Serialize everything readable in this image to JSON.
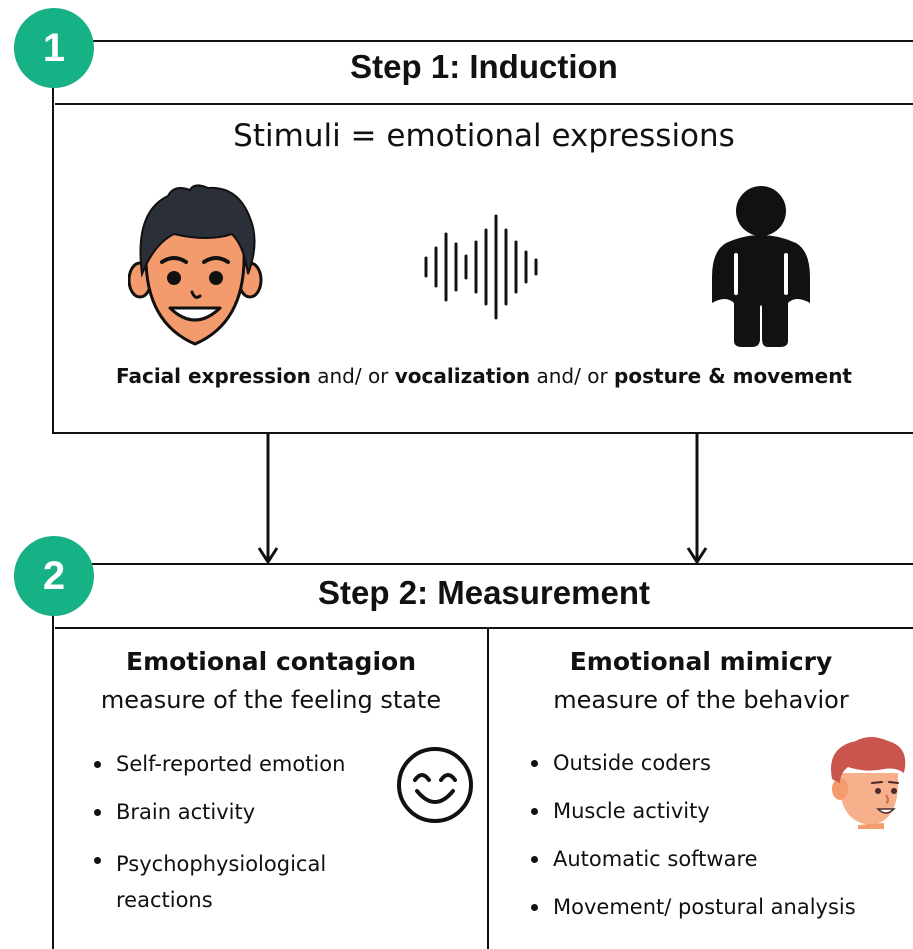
{
  "step1": {
    "badge": "1",
    "title": "Step 1: Induction",
    "stimuli": "Stimuli = emotional expressions",
    "modalities": {
      "facial": "Facial expression",
      "and_or_1": " and/ or ",
      "vocal": "vocalization",
      "and_or_2": " and/ or ",
      "posture": "posture & movement"
    }
  },
  "step2": {
    "badge": "2",
    "title": "Step 2: Measurement",
    "left": {
      "heading": "Emotional contagion",
      "subheading": "measure of the feeling state",
      "items": [
        "Self-reported emotion",
        "Brain activity",
        "Psychophysiological reactions"
      ]
    },
    "right": {
      "heading": "Emotional mimicry",
      "subheading": "measure of the behavior",
      "items": [
        "Outside coders",
        "Muscle activity",
        "Automatic software",
        "Movement/ postural analysis"
      ]
    }
  },
  "colors": {
    "badge": "#16b184",
    "lines": "#111111",
    "skin": "#f39b6c",
    "hair": "#2b2f37"
  },
  "icons": [
    "man-face-icon",
    "sound-wave-icon",
    "sitting-person-icon",
    "smiley-icon",
    "man-head-icon",
    "down-arrow-icon"
  ]
}
